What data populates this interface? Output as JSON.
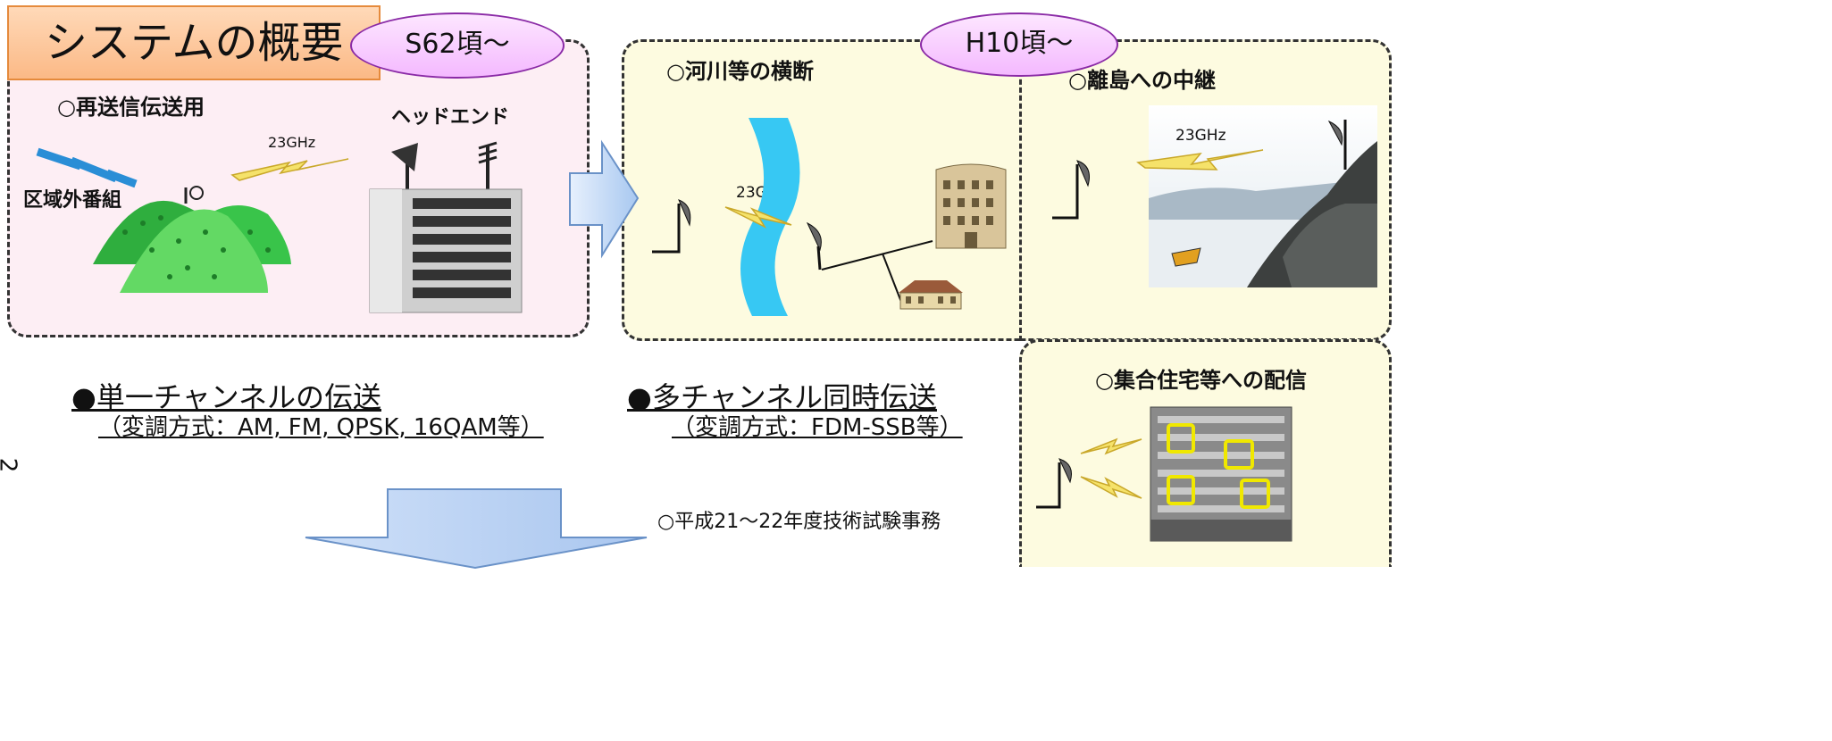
{
  "title": "システムの概要",
  "era": {
    "s62": "S62頃～",
    "h10": "H10頃～"
  },
  "left_panel": {
    "heading": "○再送信伝送用",
    "offair": "区域外番組",
    "headend": "ヘッドエンド",
    "freq": "23GHz"
  },
  "river_panel": {
    "heading": "○河川等の横断",
    "freq": "23GHz"
  },
  "island_panel": {
    "heading": "○離島への中継",
    "freq": "23GHz"
  },
  "apartment_panel": {
    "heading": "○集合住宅等への配信"
  },
  "single": {
    "title": "●単一チャンネルの伝送",
    "mod": "（変調方式：AM, FM, QPSK, 16QAM等）"
  },
  "multi": {
    "title": "●多チャンネル同時伝送",
    "mod": "（変調方式：FDM-SSB等）"
  },
  "trial_note": "○平成21～22年度技術試験事務",
  "page_number": "2",
  "colors": {
    "accent_orange": "#fbb986",
    "ellipse_pink": "#f4b9ff",
    "arrow_blue": "#b9d4f5",
    "river": "#37c8f3"
  }
}
